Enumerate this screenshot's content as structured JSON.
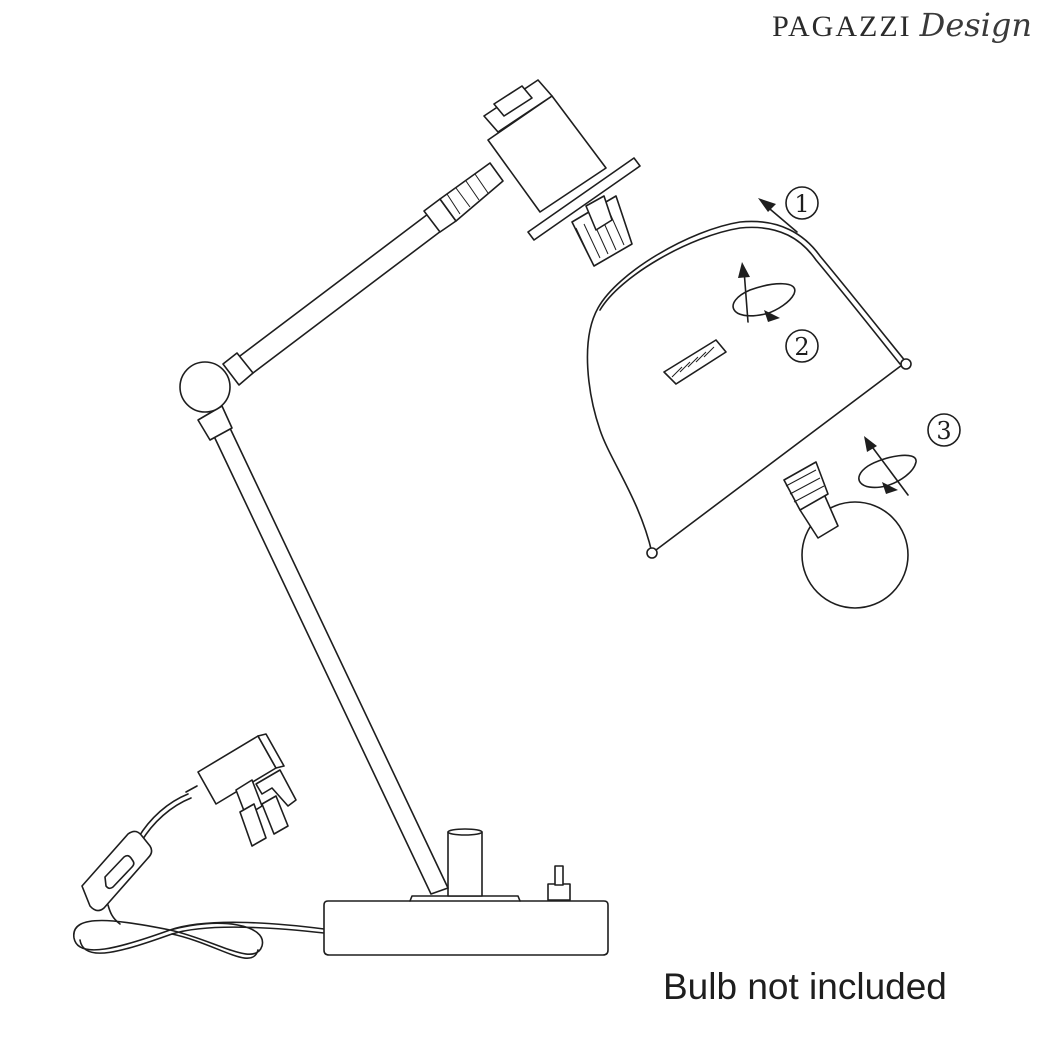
{
  "brand": {
    "name": "PAGAZZI",
    "script": "Design"
  },
  "note": "Bulb not included",
  "steps": [
    {
      "label": "1"
    },
    {
      "label": "2"
    },
    {
      "label": "3"
    }
  ],
  "line_color": "#1e1e1e",
  "background_color": "#ffffff"
}
